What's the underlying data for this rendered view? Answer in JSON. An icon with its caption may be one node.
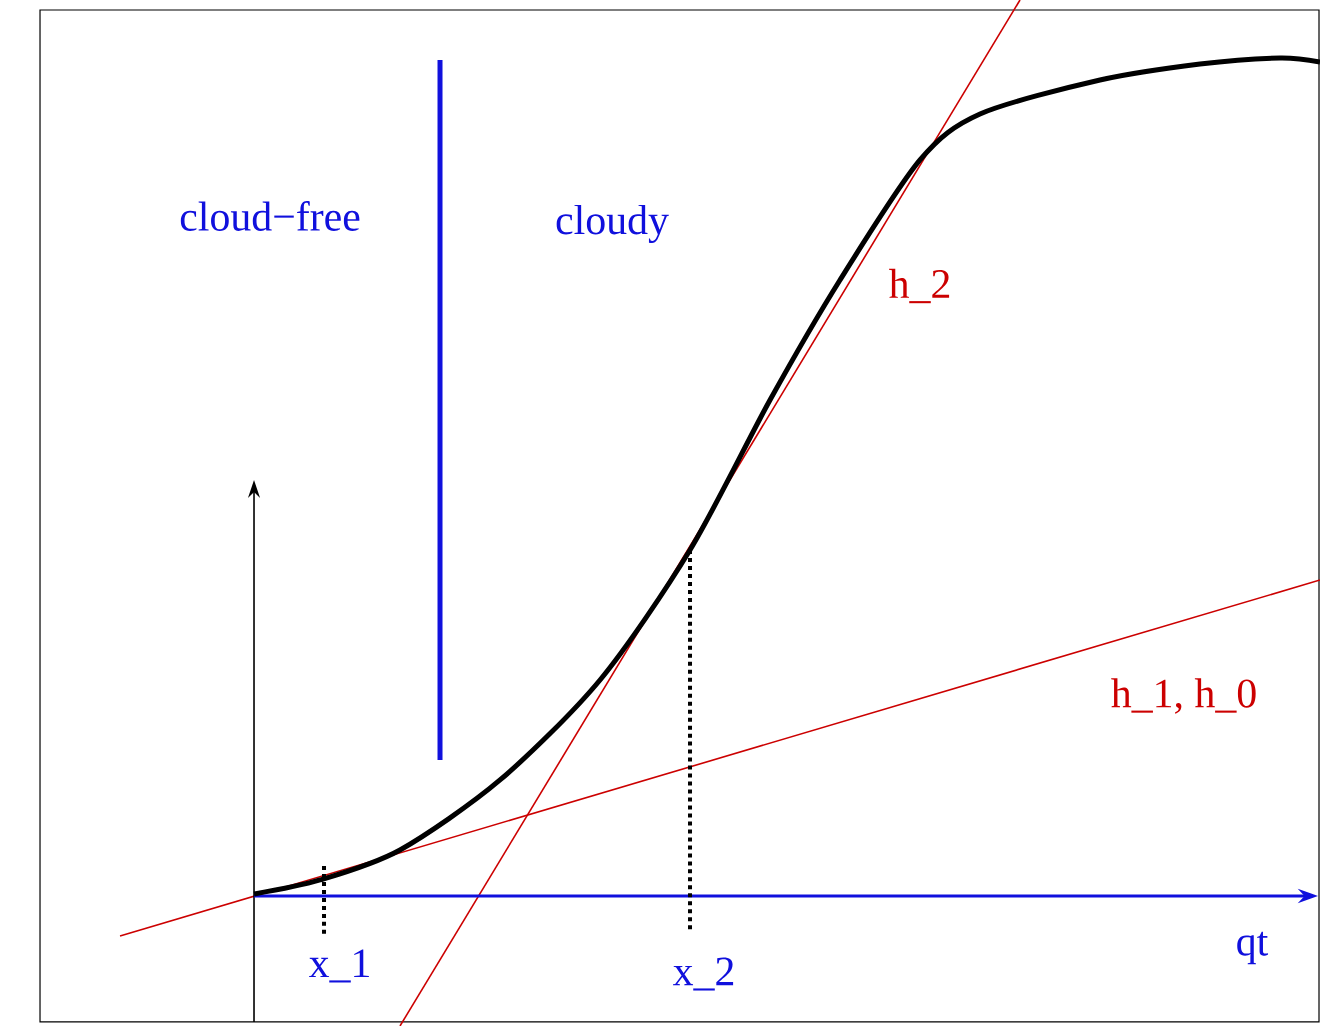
{
  "diagram": {
    "labels": [
      "cloud−free",
      "cloudy",
      "h_2",
      "h_1, h_0",
      "x_1",
      "x_2",
      "qt"
    ]
  }
}
